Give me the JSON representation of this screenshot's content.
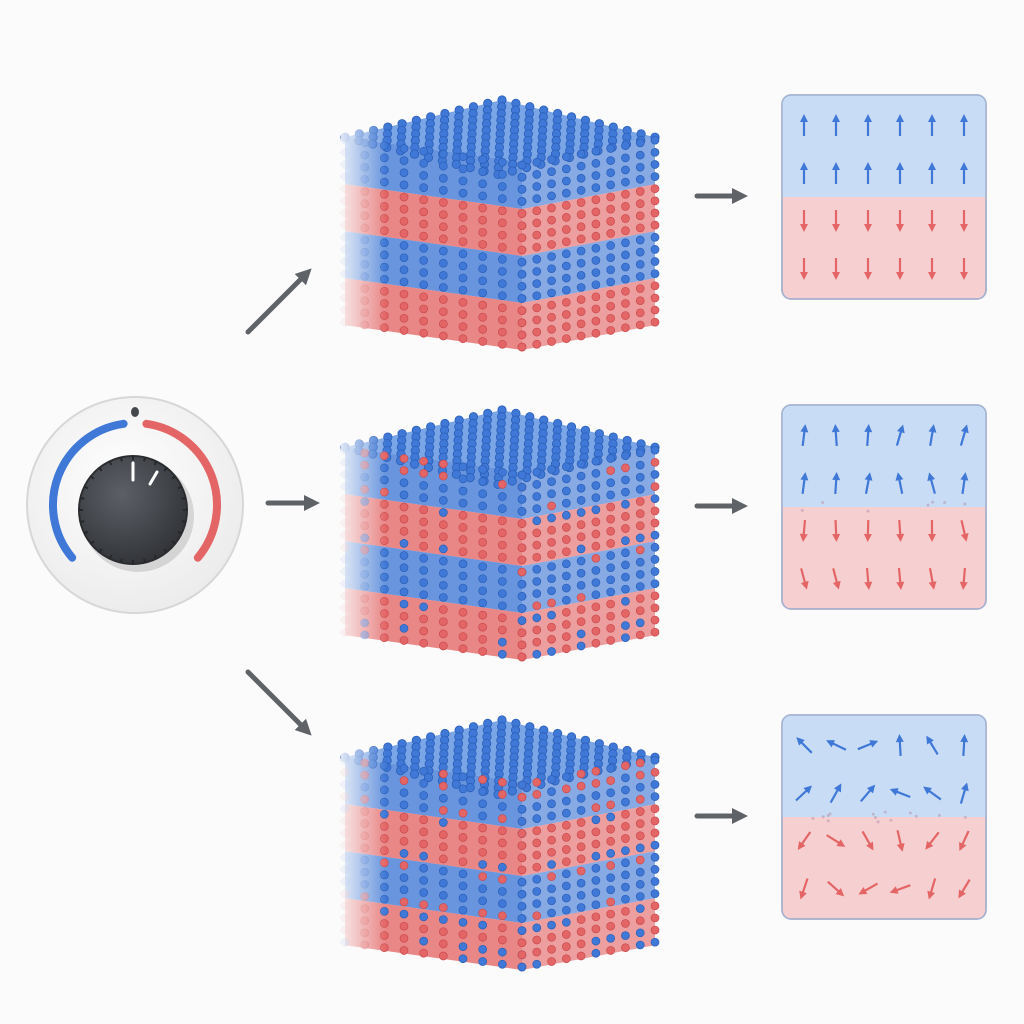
{
  "colors": {
    "background": "#fbfbfb",
    "blue": "#3f78d6",
    "blue_light": "#c9dcf6",
    "red": "#e46565",
    "red_light": "#f6cfd1",
    "arrow": "#5f6368",
    "knob": "#44474c"
  },
  "knob": {
    "scale_colors": [
      "#3f78d6",
      "#e46565"
    ],
    "position": 0.5
  },
  "rows": [
    {
      "id": "ordered",
      "interface_disorder": 0.0,
      "spin_disorder": 0.0
    },
    {
      "id": "partial",
      "interface_disorder": 0.45,
      "spin_disorder": 0.25
    },
    {
      "id": "disordered",
      "interface_disorder": 0.9,
      "spin_disorder": 1.0
    }
  ],
  "icons": [
    "temperature-knob-icon",
    "arrow-right-icon",
    "arrow-diagonal-icon"
  ]
}
